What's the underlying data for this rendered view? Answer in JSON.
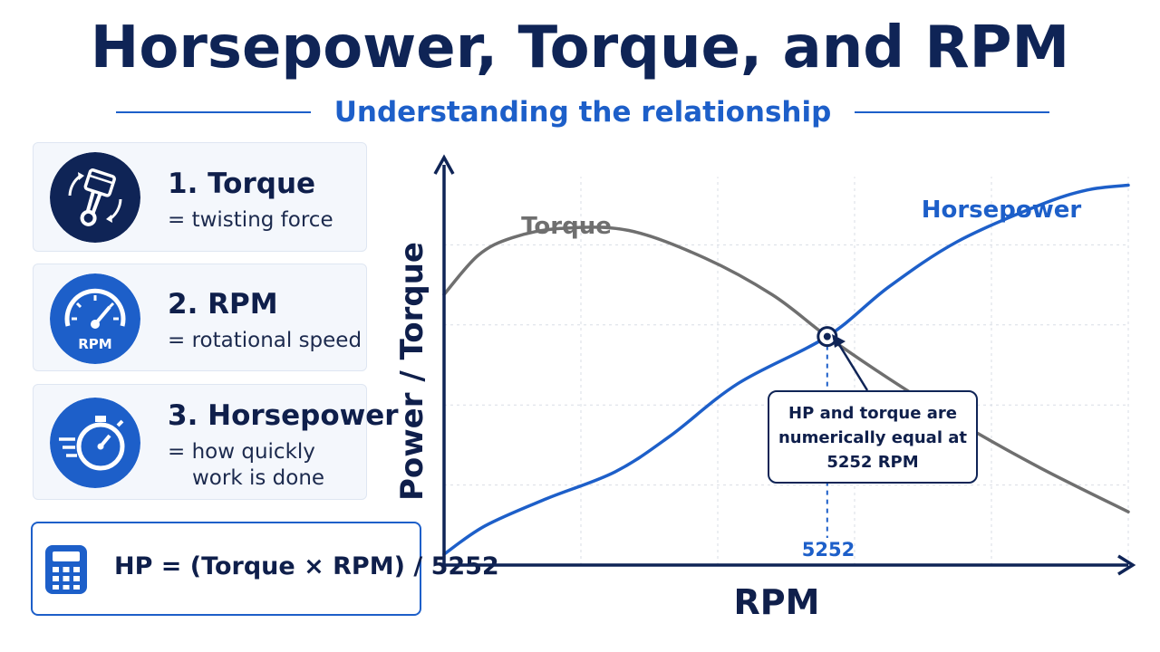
{
  "header": {
    "title": "Horsepower, Torque, and RPM",
    "subtitle": "Understanding the relationship"
  },
  "cards": [
    {
      "icon": "piston-rotation-icon",
      "name": "1. Torque",
      "desc_lines": [
        "= twisting force"
      ]
    },
    {
      "icon": "rpm-gauge-icon",
      "icon_text": "RPM",
      "name": "2. RPM",
      "desc_lines": [
        "= rotational speed"
      ]
    },
    {
      "icon": "stopwatch-icon",
      "name": "3. Horsepower",
      "desc_lines": [
        "= how quickly",
        "work is done"
      ]
    }
  ],
  "formula": {
    "icon": "calculator-icon",
    "text": "HP = (Torque × RPM) / 5252"
  },
  "colors": {
    "navy": "#0f2456",
    "blue": "#1d5fc9",
    "gray": "#6f6f6f",
    "card_bg": "#f4f7fc"
  },
  "chart_data": {
    "type": "line",
    "xlabel": "RPM",
    "ylabel": "Power / Torque",
    "grid": true,
    "tick_labels": [
      "5252"
    ],
    "series": [
      {
        "name": "Torque",
        "color": "#6f6f6f",
        "points": [
          [
            0,
            0.676
          ],
          [
            0.05,
            0.774
          ],
          [
            0.1,
            0.818
          ],
          [
            0.17,
            0.841
          ],
          [
            0.27,
            0.836
          ],
          [
            0.38,
            0.768
          ],
          [
            0.48,
            0.675
          ],
          [
            0.56,
            0.571
          ],
          [
            0.65,
            0.466
          ],
          [
            0.75,
            0.359
          ],
          [
            0.87,
            0.244
          ],
          [
            1.0,
            0.133
          ]
        ]
      },
      {
        "name": "Horsepower",
        "color": "#1d5fc9",
        "points": [
          [
            0,
            0.027
          ],
          [
            0.06,
            0.098
          ],
          [
            0.15,
            0.166
          ],
          [
            0.25,
            0.233
          ],
          [
            0.33,
            0.322
          ],
          [
            0.43,
            0.454
          ],
          [
            0.56,
            0.571
          ],
          [
            0.65,
            0.695
          ],
          [
            0.75,
            0.808
          ],
          [
            0.87,
            0.899
          ],
          [
            0.94,
            0.937
          ],
          [
            1.0,
            0.949
          ]
        ]
      }
    ],
    "crossing": {
      "x": 0.56,
      "y": 0.571,
      "rpm_label": "5252"
    },
    "annotation_lines": [
      "HP and torque are",
      "numerically equal at",
      "5252 RPM"
    ]
  }
}
